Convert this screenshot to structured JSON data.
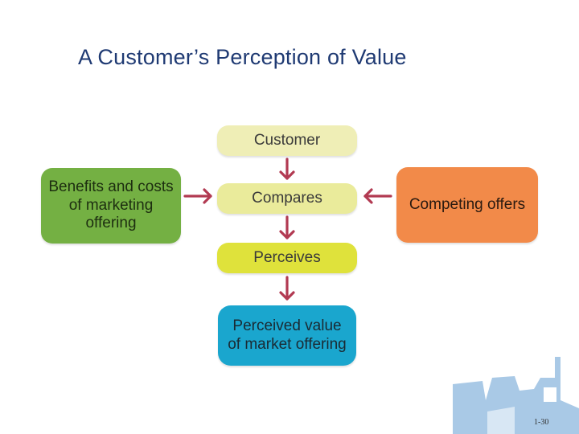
{
  "slide": {
    "title": "A Customer’s Perception of Value",
    "page_number": "1-30"
  },
  "diagram": {
    "nodes": {
      "customer": "Customer",
      "compares": "Compares",
      "perceives": "Perceives",
      "perceived_value": "Perceived value of market offering",
      "benefits_costs": "Benefits and costs of marketing offering",
      "competing_offers": "Competing offers"
    },
    "colors": {
      "title": "#1f3a73",
      "customer": "#efeeb6",
      "compares": "#eaeb9b",
      "perceives": "#dfe23b",
      "perceived_value": "#1aa6ce",
      "benefits_costs": "#74b043",
      "competing_offers": "#f28a49",
      "arrow": "#b23a52",
      "corner_graphic": "#a9c9e6"
    },
    "edges": [
      {
        "from": "customer",
        "to": "compares"
      },
      {
        "from": "benefits_costs",
        "to": "compares"
      },
      {
        "from": "competing_offers",
        "to": "compares"
      },
      {
        "from": "compares",
        "to": "perceives"
      },
      {
        "from": "perceives",
        "to": "perceived_value"
      }
    ]
  }
}
